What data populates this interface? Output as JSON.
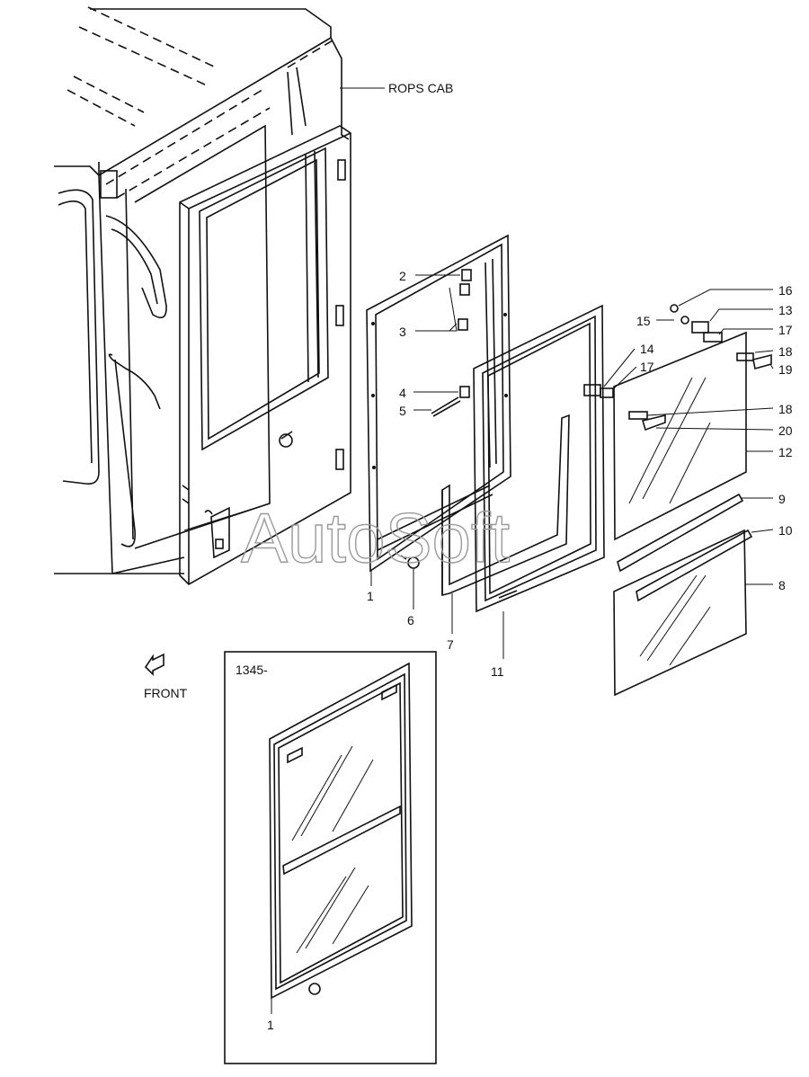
{
  "diagram": {
    "assembly_label": "ROPS CAB",
    "direction_label": "FRONT",
    "inset_label": "1345-",
    "watermark": "AutoSoft",
    "callouts": [
      {
        "id": "c2",
        "text": "2"
      },
      {
        "id": "c3",
        "text": "3"
      },
      {
        "id": "c4",
        "text": "4"
      },
      {
        "id": "c5",
        "text": "5"
      },
      {
        "id": "c1",
        "text": "1"
      },
      {
        "id": "c6",
        "text": "6"
      },
      {
        "id": "c7",
        "text": "7"
      },
      {
        "id": "c11",
        "text": "11"
      },
      {
        "id": "c14",
        "text": "14"
      },
      {
        "id": "c17a",
        "text": "17"
      },
      {
        "id": "c16",
        "text": "16"
      },
      {
        "id": "c13",
        "text": "13"
      },
      {
        "id": "c15",
        "text": "15"
      },
      {
        "id": "c17b",
        "text": "17"
      },
      {
        "id": "c18a",
        "text": "18"
      },
      {
        "id": "c19",
        "text": "19"
      },
      {
        "id": "c18b",
        "text": "18"
      },
      {
        "id": "c20",
        "text": "20"
      },
      {
        "id": "c12",
        "text": "12"
      },
      {
        "id": "c9",
        "text": "9"
      },
      {
        "id": "c10",
        "text": "10"
      },
      {
        "id": "c8",
        "text": "8"
      },
      {
        "id": "c1b",
        "text": "1"
      }
    ]
  }
}
